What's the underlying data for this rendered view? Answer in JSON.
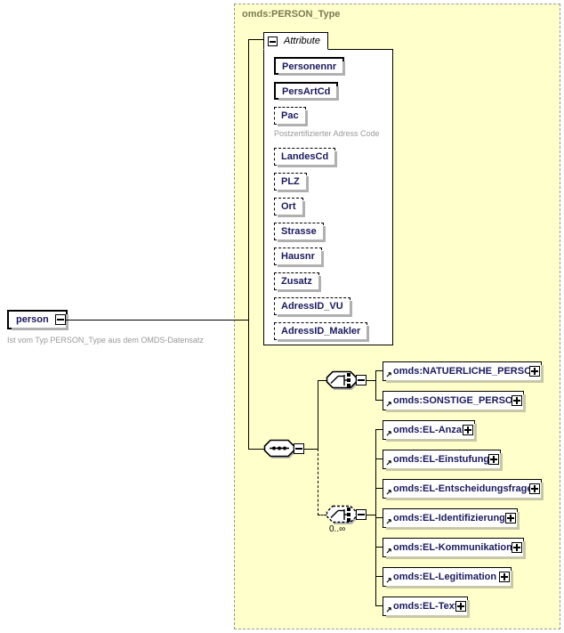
{
  "diagram": {
    "type_container": {
      "title": "omds:PERSON_Type",
      "background": "#ffffcc",
      "border_color": "#999999"
    },
    "root_element": {
      "label": "person",
      "annotation": "Ist vom Typ PERSON_Type aus dem OMDS-Datensatz",
      "expander": "minus-expander-icon"
    },
    "attribute_panel": {
      "tab_label": "Attribute",
      "collapse_icon": "minus-collapse-icon",
      "attributes": [
        {
          "label": "Personennr",
          "required": true,
          "annotation": ""
        },
        {
          "label": "PersArtCd",
          "required": true,
          "annotation": ""
        },
        {
          "label": "Pac",
          "required": false,
          "annotation": "Postzertifizierter Adress Code"
        },
        {
          "label": "LandesCd",
          "required": false,
          "annotation": ""
        },
        {
          "label": "PLZ",
          "required": false,
          "annotation": ""
        },
        {
          "label": "Ort",
          "required": false,
          "annotation": ""
        },
        {
          "label": "Strasse",
          "required": false,
          "annotation": ""
        },
        {
          "label": "Hausnr",
          "required": false,
          "annotation": ""
        },
        {
          "label": "Zusatz",
          "required": false,
          "annotation": ""
        },
        {
          "label": "AdressID_VU",
          "required": false,
          "annotation": ""
        },
        {
          "label": "AdressID_Makler",
          "required": false,
          "annotation": ""
        }
      ]
    },
    "connectors": {
      "sequence": {
        "kind": "sequence-connector-icon",
        "required": true,
        "cardinality": ""
      },
      "choice_person": {
        "kind": "choice-connector-icon",
        "required": true,
        "cardinality": ""
      },
      "choice_el": {
        "kind": "choice-connector-icon",
        "required": false,
        "cardinality": "0..∞"
      }
    },
    "person_choice_elements": [
      {
        "label": "omds:NATUERLICHE_PERSON",
        "expander": "plus-expander-icon",
        "ref_icon": "reference-arrow-icon"
      },
      {
        "label": "omds:SONSTIGE_PERSON",
        "expander": "plus-expander-icon",
        "ref_icon": "reference-arrow-icon"
      }
    ],
    "el_choice_elements": [
      {
        "label": "omds:EL-Anzahl",
        "expander": "plus-expander-icon",
        "ref_icon": "reference-arrow-icon"
      },
      {
        "label": "omds:EL-Einstufung",
        "expander": "plus-expander-icon",
        "ref_icon": "reference-arrow-icon"
      },
      {
        "label": "omds:EL-Entscheidungsfrage",
        "expander": "plus-expander-icon",
        "ref_icon": "reference-arrow-icon"
      },
      {
        "label": "omds:EL-Identifizierung",
        "expander": "plus-expander-icon",
        "ref_icon": "reference-arrow-icon"
      },
      {
        "label": "omds:EL-Kommunikation",
        "expander": "plus-expander-icon",
        "ref_icon": "reference-arrow-icon"
      },
      {
        "label": "omds:EL-Legitimation",
        "expander": "plus-expander-icon",
        "ref_icon": "reference-arrow-icon"
      },
      {
        "label": "omds:EL-Text",
        "expander": "plus-expander-icon",
        "ref_icon": "reference-arrow-icon"
      }
    ]
  }
}
